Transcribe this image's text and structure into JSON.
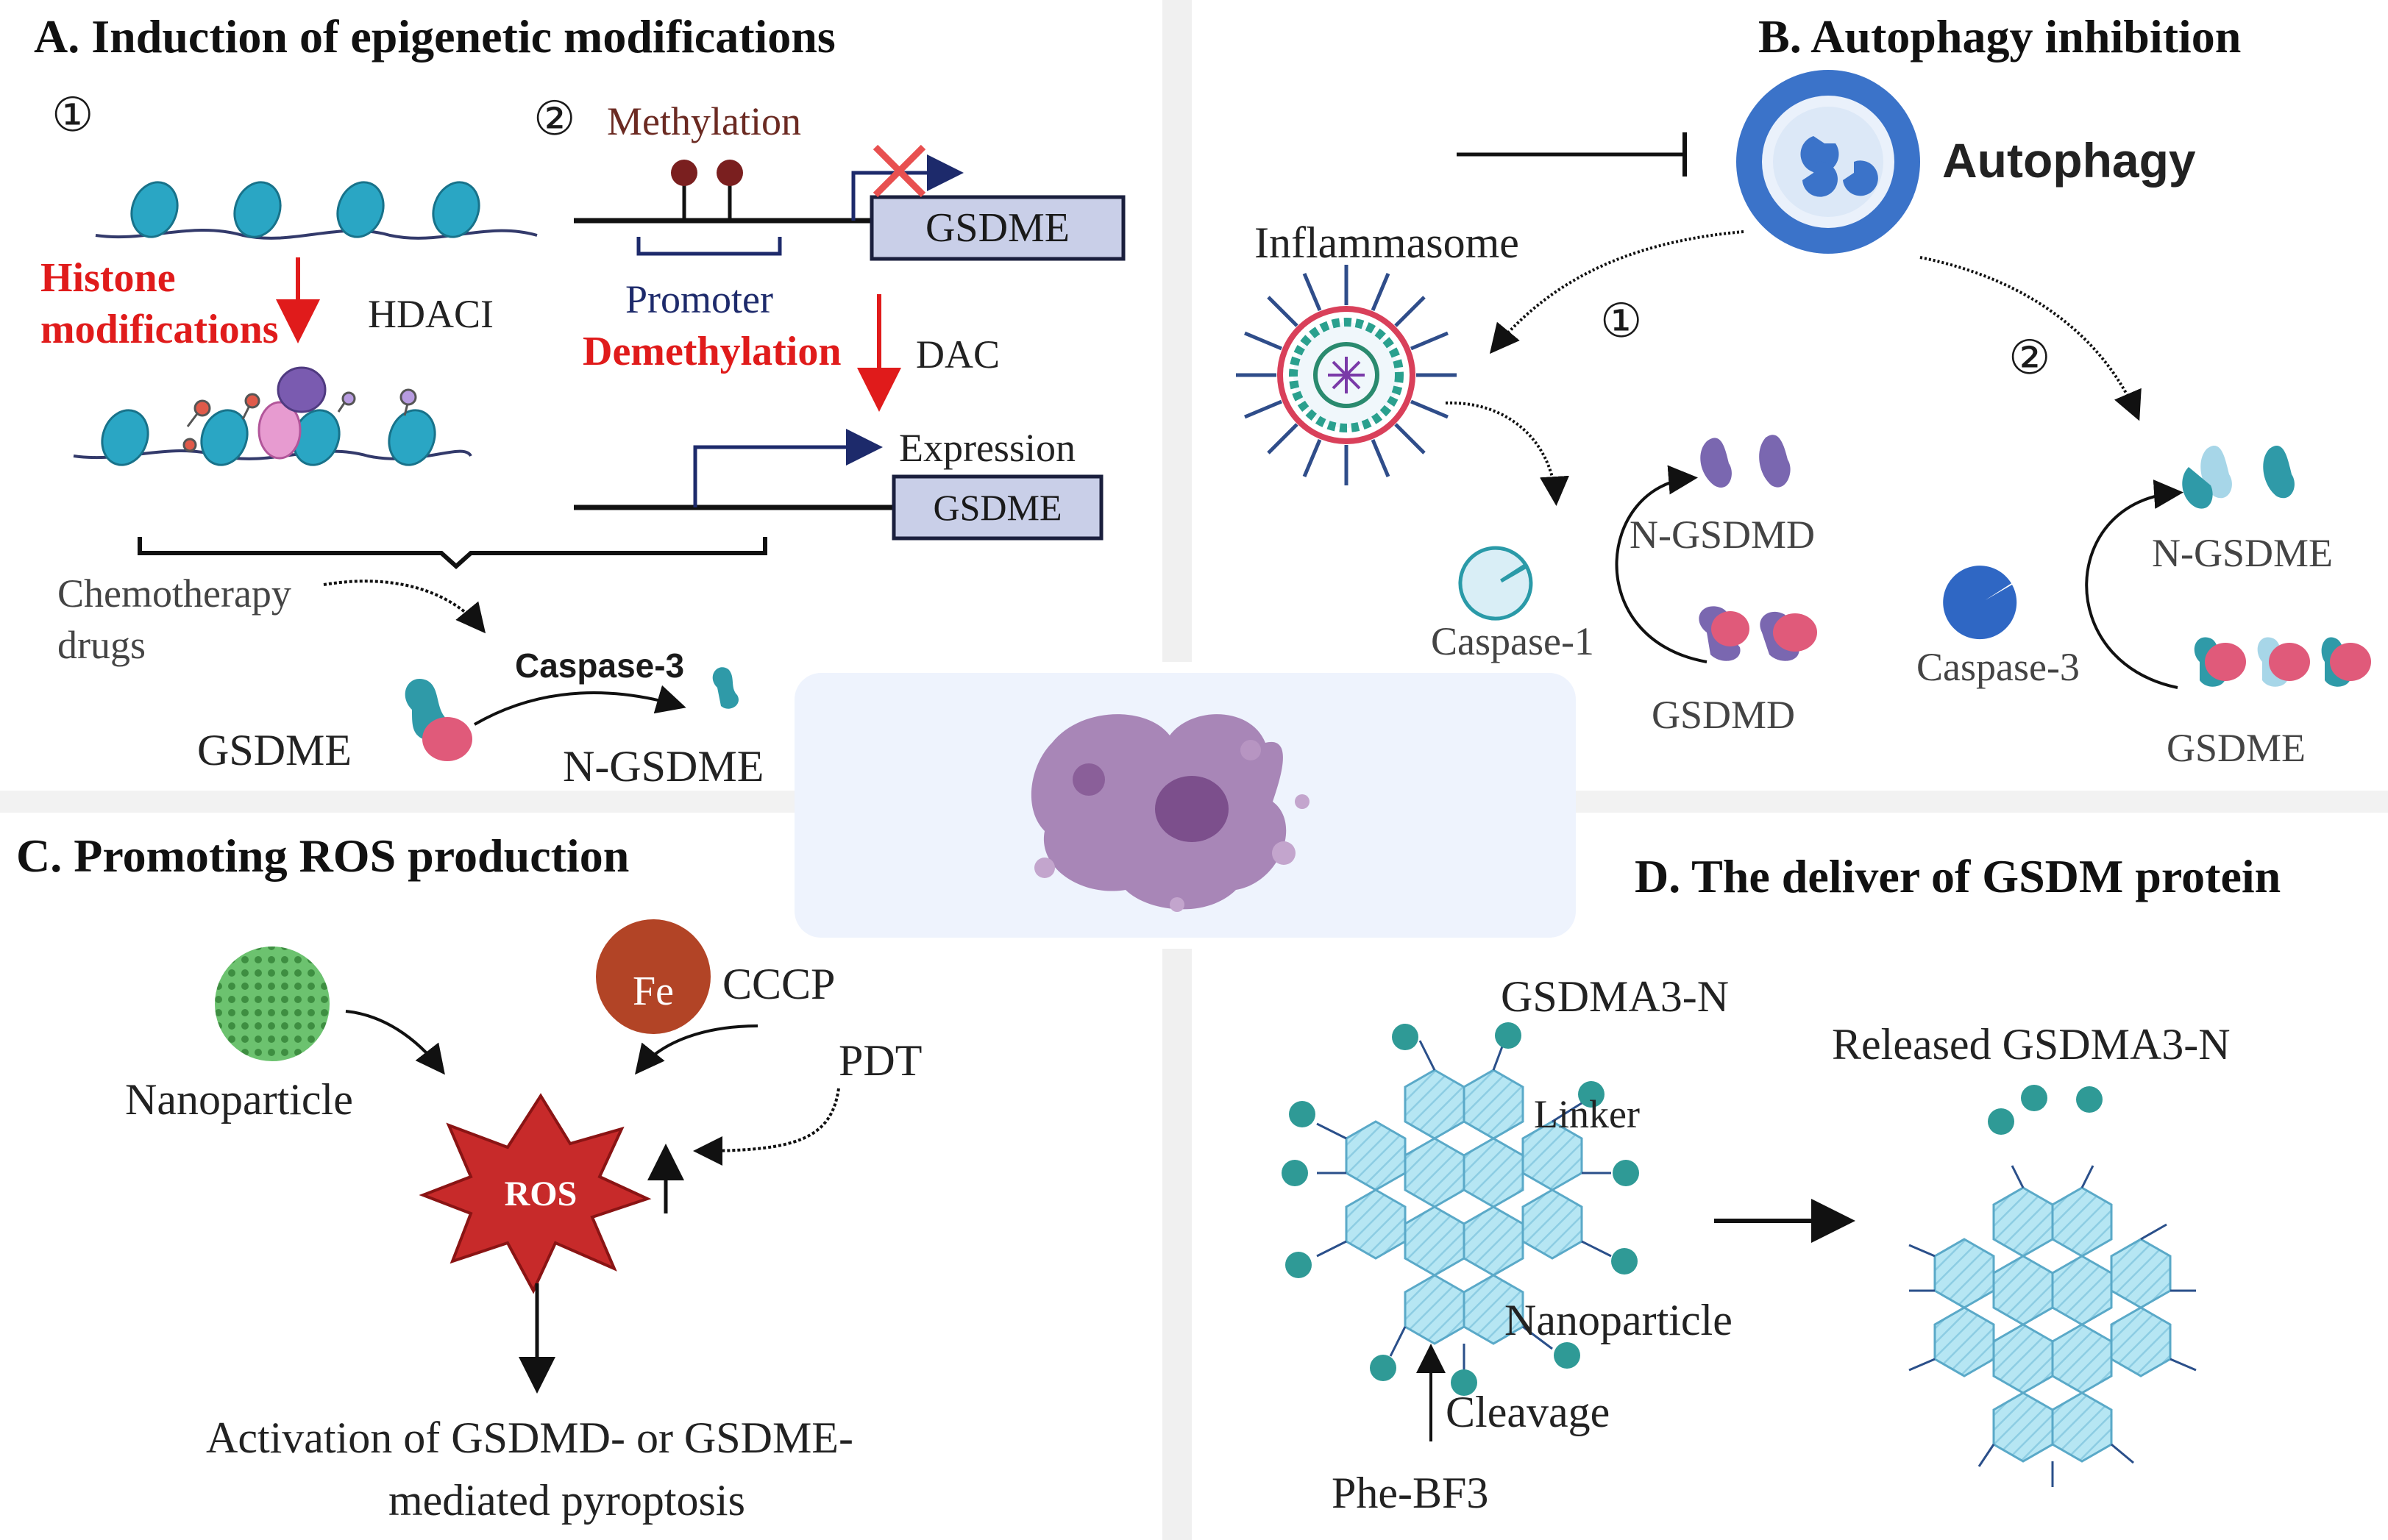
{
  "panels": {
    "a": {
      "title": "A. Induction of epigenetic modifications",
      "step1": "①",
      "step2": "②",
      "methylation": "Methylation",
      "gsdme_box_top": "GSDME",
      "promoter": "Promoter",
      "histone_line1": "Histone",
      "histone_line2": "modifications",
      "hdaci": "HDACI",
      "demethylation": "Demethylation",
      "dac": "DAC",
      "expression": "Expression",
      "gsdme_box_bottom": "GSDME",
      "chemo_line1": "Chemotherapy",
      "chemo_line2": "drugs",
      "caspase3": "Caspase-3",
      "gsdme": "GSDME",
      "n_gsdme": "N-GSDME"
    },
    "b": {
      "title": "B. Autophagy inhibition",
      "autophagy": "Autophagy",
      "inflammasome": "Inflammasome",
      "step1": "①",
      "step2": "②",
      "n_gsdmd": "N-GSDMD",
      "caspase1": "Caspase-1",
      "gsdmd": "GSDMD",
      "n_gsdme": "N-GSDME",
      "caspase3": "Caspase-3",
      "gsdme": "GSDME"
    },
    "c": {
      "title": "C. Promoting ROS production",
      "fe": "Fe",
      "cccp": "CCCP",
      "pdt": "PDT",
      "nanoparticle": "Nanoparticle",
      "ros": "ROS",
      "activation_line1": "Activation of GSDMD- or GSDME-",
      "activation_line2": "mediated pyroptosis"
    },
    "d": {
      "title": "D. The deliver of GSDM protein",
      "gsdma3n": "GSDMA3-N",
      "released": "Released GSDMA3-N",
      "linker": "Linker",
      "nanoparticle": "Nanoparticle",
      "cleavage": "Cleavage",
      "phe_bf3": "Phe-BF3"
    }
  },
  "colors": {
    "nucleosome": "#2aa6c4",
    "histone_red": "#e01b1b",
    "methyl": "#7a1f1f",
    "gsdme_box": "#c9cfe8",
    "autophagy_blue": "#3b73c9",
    "caspase1": "#d9eef6",
    "caspase3": "#2f67c4",
    "gsdmd_purple": "#7a67b0",
    "gsdme_teal": "#2f9aa8",
    "pink": "#e05a7a",
    "ros_red": "#c72a2a",
    "fe_brown": "#b24426",
    "nanoparticle_green": "#4caf50",
    "hex_blue": "#9fd9ec",
    "teal_dot": "#2f9a96",
    "center_card": "#eef3fd",
    "cell_purple": "#9a6fa8"
  },
  "icons": [
    "nucleosome-icon",
    "methyl-group-icon",
    "promoter-arrow-icon",
    "blocked-x-icon",
    "autophagosome-icon",
    "inflammasome-icon",
    "caspase-pacman-icon",
    "gsdm-protein-icon",
    "fe-sphere-icon",
    "nanoparticle-sphere-icon",
    "ros-burst-icon",
    "hexagon-nanoparticle-icon",
    "pyroptotic-cell-icon"
  ]
}
